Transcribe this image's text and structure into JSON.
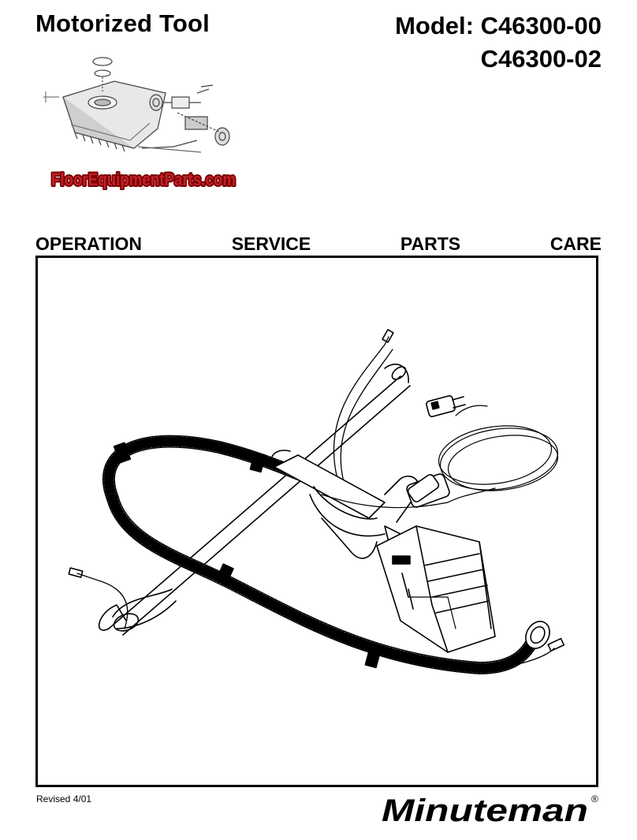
{
  "header": {
    "title": "Motorized Tool",
    "model_label": "Model:",
    "model_primary": "C46300-00",
    "model_secondary": "C46300-02"
  },
  "thumbnail": {
    "icon": "exploded-parts-diagram-icon"
  },
  "watermark": {
    "text": "FloorEquipmentParts.com",
    "color": "#c0202a"
  },
  "sections": [
    "OPERATION",
    "SERVICE",
    "PARTS",
    "CARE"
  ],
  "illustration": {
    "icon": "motorized-tool-hose-assembly-icon"
  },
  "footer": {
    "revised": "Revised 4/01",
    "brand": "Minuteman",
    "registered": "®"
  }
}
